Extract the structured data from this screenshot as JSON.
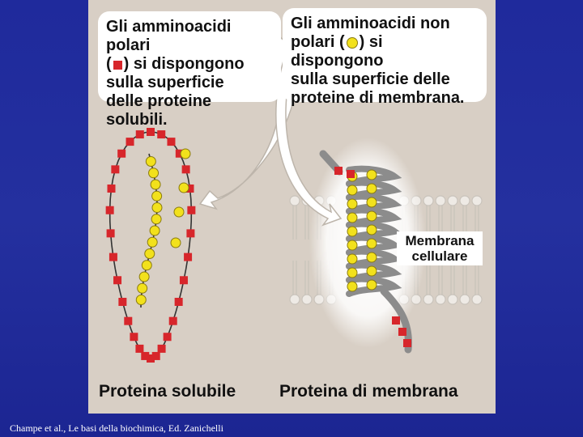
{
  "callouts": {
    "left": {
      "line1": "Gli amminoacidi polari",
      "line2_prefix": "(",
      "line2_suffix": ") si dispongono",
      "line3": "sulla superficie",
      "line4": "delle proteine solubili."
    },
    "right": {
      "line1": "Gli amminoacidi non",
      "line2_prefix": "polari (",
      "line2_suffix": ") si dispongono",
      "line3": "sulla superficie delle",
      "line4": "proteine di membrana."
    }
  },
  "labels": {
    "membrane": "Membrana cellulare",
    "soluble_protein": "Proteina solubile",
    "membrane_protein": "Proteina di membrana"
  },
  "credit": "Champe et al., Le basi della biochimica, Ed. Zanichelli",
  "colors": {
    "background": "#1f2a9c",
    "panel": "#d8cfc5",
    "polar_residue": "#d7262b",
    "nonpolar_residue": "#f2e11c",
    "helix": "#8c8c8c"
  }
}
